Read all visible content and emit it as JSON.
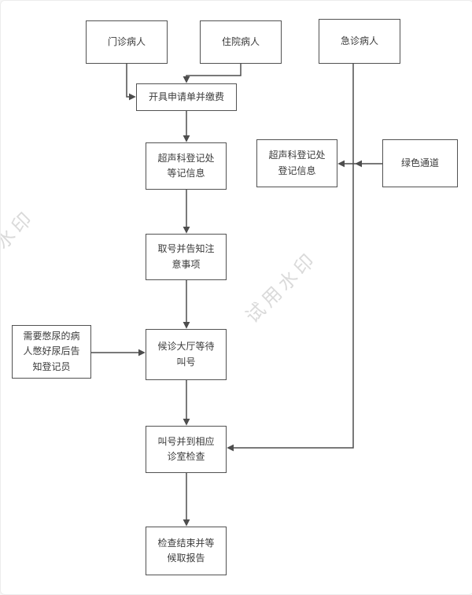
{
  "watermark": {
    "text": "试用水印"
  },
  "colors": {
    "box_border": "#525252",
    "line": "#4d4d4d",
    "text": "#3b3b3b",
    "watermark": "#dadada"
  },
  "nodes": {
    "outpatient": {
      "lines": [
        "门诊病人"
      ]
    },
    "inpatient": {
      "lines": [
        "住院病人"
      ]
    },
    "emergency": {
      "lines": [
        "急诊病人"
      ]
    },
    "issue_pay": {
      "lines": [
        "开具申请单并缴费"
      ]
    },
    "reg_desk_main": {
      "lines": [
        "超声科登记处",
        "等记信息"
      ]
    },
    "reg_desk_emergency": {
      "lines": [
        "超声科登记处",
        "登记信息"
      ]
    },
    "green_channel": {
      "lines": [
        "绿色通道"
      ]
    },
    "take_number": {
      "lines": [
        "取号并告知注",
        "意事项"
      ]
    },
    "hold_urine_note": {
      "lines": [
        "需要憋尿的病",
        "人憋好尿后告",
        "知登记员"
      ]
    },
    "waiting_hall": {
      "lines": [
        "候诊大厅等待",
        "叫号"
      ]
    },
    "call_exam": {
      "lines": [
        "叫号并到相应",
        "诊室检查"
      ]
    },
    "finish_report": {
      "lines": [
        "检查结束并等",
        "候取报告"
      ]
    }
  }
}
